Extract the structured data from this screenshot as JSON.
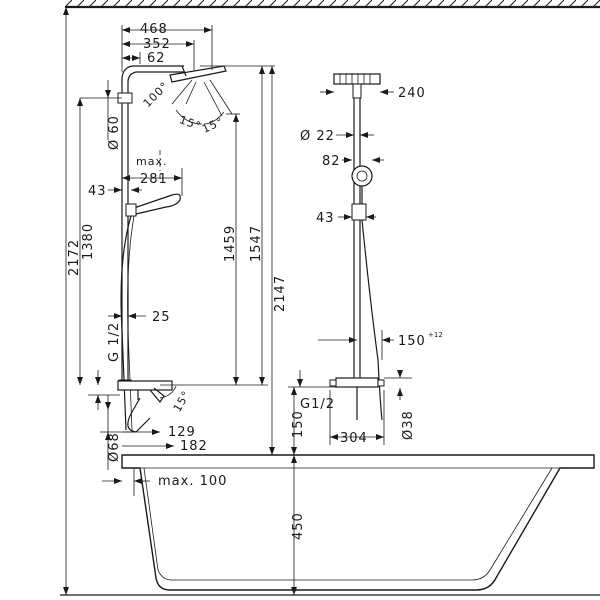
{
  "diagram": {
    "left_view": {
      "dims": {
        "width_468": "468",
        "width_352": "352",
        "width_62": "62",
        "angle_100": "100°",
        "height_60": "Ø 60",
        "angle_15a": "15°",
        "angle_15b": "15°",
        "max_label": "max.",
        "width_281": "281",
        "width_43": "43",
        "height_1380": "1380",
        "height_1459": "1459",
        "height_1547": "1547",
        "height_2147": "2147",
        "height_2172": "2172",
        "width_25": "25",
        "thread_g12": "G 1/2",
        "angle_15c": "15°",
        "dia_68": "Ø68",
        "width_129": "129",
        "width_182": "182",
        "max_100": "max. 100"
      }
    },
    "right_view": {
      "dims": {
        "width_240": "240",
        "dia_22": "Ø 22",
        "width_82": "82",
        "width_43": "43",
        "width_150": "150",
        "tol_150": "+12",
        "thread_g12": "G1/2",
        "width_304": "304",
        "dia_38": "Ø38",
        "height_150": "150",
        "height_450": "450"
      }
    }
  }
}
